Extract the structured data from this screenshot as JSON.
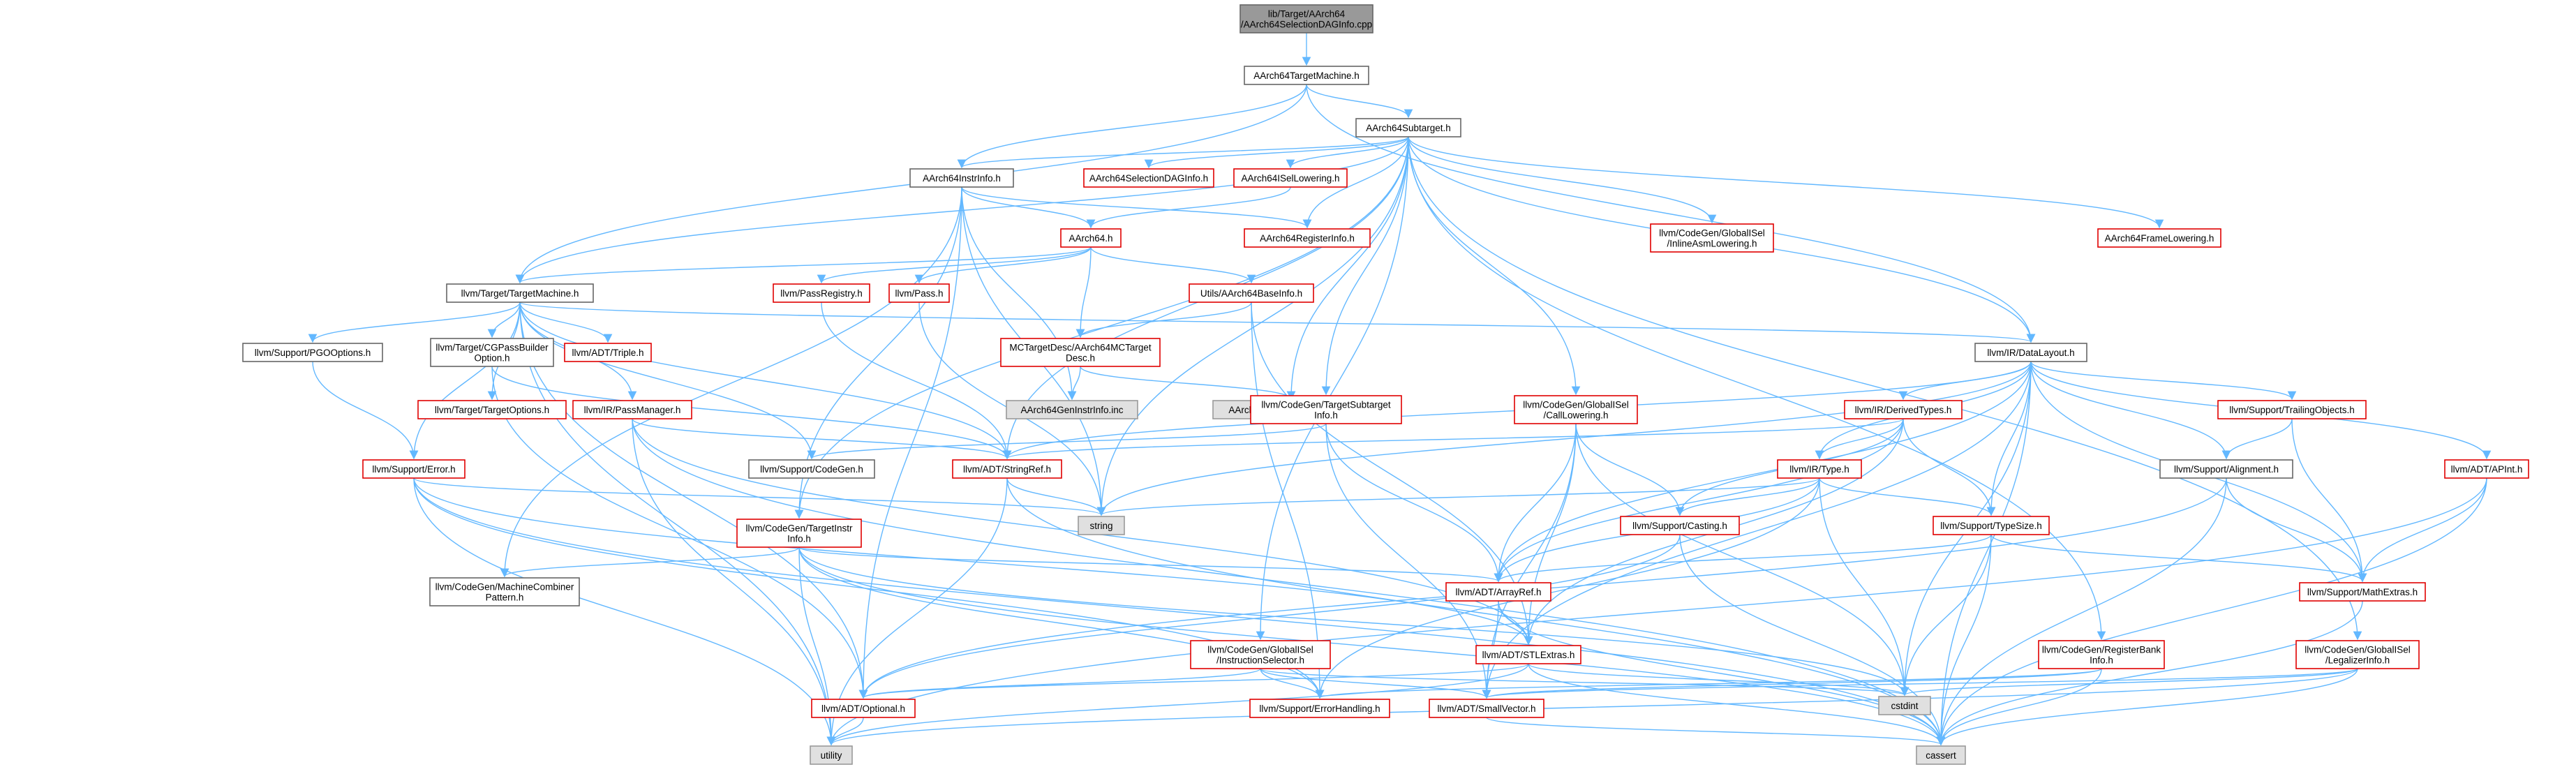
{
  "diagram": {
    "nodes": [
      {
        "id": "root",
        "lines": [
          "lib/Target/AArch64",
          "/AArch64SelectionDAGInfo.cpp"
        ],
        "style": "root"
      },
      {
        "id": "tm64",
        "lines": [
          "AArch64TargetMachine.h"
        ],
        "style": "plain"
      },
      {
        "id": "sub",
        "lines": [
          "AArch64Subtarget.h"
        ],
        "style": "plain"
      },
      {
        "id": "instr",
        "lines": [
          "AArch64InstrInfo.h"
        ],
        "style": "plain"
      },
      {
        "id": "seldag",
        "lines": [
          "AArch64SelectionDAGInfo.h"
        ],
        "style": "red"
      },
      {
        "id": "isel",
        "lines": [
          "AArch64ISelLowering.h"
        ],
        "style": "red"
      },
      {
        "id": "reginfo",
        "lines": [
          "AArch64RegisterInfo.h"
        ],
        "style": "red"
      },
      {
        "id": "inlineasm",
        "lines": [
          "llvm/CodeGen/GlobalISel",
          "/InlineAsmLowering.h"
        ],
        "style": "red"
      },
      {
        "id": "frame",
        "lines": [
          "AArch64FrameLowering.h"
        ],
        "style": "red"
      },
      {
        "id": "a64",
        "lines": [
          "AArch64.h"
        ],
        "style": "red"
      },
      {
        "id": "ttm",
        "lines": [
          "llvm/Target/TargetMachine.h"
        ],
        "style": "plain"
      },
      {
        "id": "passreg",
        "lines": [
          "llvm/PassRegistry.h"
        ],
        "style": "red"
      },
      {
        "id": "pass",
        "lines": [
          "llvm/Pass.h"
        ],
        "style": "red"
      },
      {
        "id": "utils",
        "lines": [
          "Utils/AArch64BaseInfo.h"
        ],
        "style": "red"
      },
      {
        "id": "mctd",
        "lines": [
          "MCTargetDesc/AArch64MCTarget",
          "Desc.h"
        ],
        "style": "red"
      },
      {
        "id": "geninstr",
        "lines": [
          "AArch64GenInstrInfo.inc"
        ],
        "style": "gray"
      },
      {
        "id": "gensub",
        "lines": [
          "AArch64GenSubtargetInfo.inc"
        ],
        "style": "gray"
      },
      {
        "id": "pgo",
        "lines": [
          "llvm/Support/PGOOptions.h"
        ],
        "style": "plain"
      },
      {
        "id": "cgpass",
        "lines": [
          "llvm/Target/CGPassBuilder",
          "Option.h"
        ],
        "style": "plain"
      },
      {
        "id": "triple",
        "lines": [
          "llvm/ADT/Triple.h"
        ],
        "style": "red"
      },
      {
        "id": "topts",
        "lines": [
          "llvm/Target/TargetOptions.h"
        ],
        "style": "red"
      },
      {
        "id": "passmgr",
        "lines": [
          "llvm/IR/PassManager.h"
        ],
        "style": "red"
      },
      {
        "id": "tsub",
        "lines": [
          "llvm/CodeGen/TargetSubtarget",
          "Info.h"
        ],
        "style": "red"
      },
      {
        "id": "calllow",
        "lines": [
          "llvm/CodeGen/GlobalISel",
          "/CallLowering.h"
        ],
        "style": "red"
      },
      {
        "id": "dl",
        "lines": [
          "llvm/IR/DataLayout.h"
        ],
        "style": "plain"
      },
      {
        "id": "dtypes",
        "lines": [
          "llvm/IR/DerivedTypes.h"
        ],
        "style": "red"
      },
      {
        "id": "trail",
        "lines": [
          "llvm/Support/TrailingObjects.h"
        ],
        "style": "red"
      },
      {
        "id": "align",
        "lines": [
          "llvm/Support/Alignment.h"
        ],
        "style": "plain"
      },
      {
        "id": "serr",
        "lines": [
          "llvm/Support/Error.h"
        ],
        "style": "red"
      },
      {
        "id": "codegen",
        "lines": [
          "llvm/Support/CodeGen.h"
        ],
        "style": "plain"
      },
      {
        "id": "strref",
        "lines": [
          "llvm/ADT/StringRef.h"
        ],
        "style": "red"
      },
      {
        "id": "irtype",
        "lines": [
          "llvm/IR/Type.h"
        ],
        "style": "red"
      },
      {
        "id": "string",
        "lines": [
          "string"
        ],
        "style": "gray"
      },
      {
        "id": "casting",
        "lines": [
          "llvm/Support/Casting.h"
        ],
        "style": "red"
      },
      {
        "id": "typesize",
        "lines": [
          "llvm/Support/TypeSize.h"
        ],
        "style": "red"
      },
      {
        "id": "apint",
        "lines": [
          "llvm/ADT/APInt.h"
        ],
        "style": "red"
      },
      {
        "id": "tinstr",
        "lines": [
          "llvm/CodeGen/TargetInstr",
          "Info.h"
        ],
        "style": "red"
      },
      {
        "id": "mcomb",
        "lines": [
          "llvm/CodeGen/MachineCombiner",
          "Pattern.h"
        ],
        "style": "plain"
      },
      {
        "id": "arrayref",
        "lines": [
          "llvm/ADT/ArrayRef.h"
        ],
        "style": "red"
      },
      {
        "id": "mathext",
        "lines": [
          "llvm/Support/MathExtras.h"
        ],
        "style": "red"
      },
      {
        "id": "regbank",
        "lines": [
          "llvm/CodeGen/RegisterBank",
          "Info.h"
        ],
        "style": "red"
      },
      {
        "id": "legal",
        "lines": [
          "llvm/CodeGen/GlobalISel",
          "/LegalizerInfo.h"
        ],
        "style": "red"
      },
      {
        "id": "isels",
        "lines": [
          "llvm/CodeGen/GlobalISel",
          "/InstructionSelector.h"
        ],
        "style": "red"
      },
      {
        "id": "stlext",
        "lines": [
          "llvm/ADT/STLExtras.h"
        ],
        "style": "red"
      },
      {
        "id": "cstdint",
        "lines": [
          "cstdint"
        ],
        "style": "gray"
      },
      {
        "id": "optional",
        "lines": [
          "llvm/ADT/Optional.h"
        ],
        "style": "red"
      },
      {
        "id": "errh",
        "lines": [
          "llvm/Support/ErrorHandling.h"
        ],
        "style": "red"
      },
      {
        "id": "smallvec",
        "lines": [
          "llvm/ADT/SmallVector.h"
        ],
        "style": "red"
      },
      {
        "id": "utility",
        "lines": [
          "utility"
        ],
        "style": "gray"
      },
      {
        "id": "cassert",
        "lines": [
          "cassert"
        ],
        "style": "gray"
      }
    ],
    "edges": [
      [
        "root",
        "tm64"
      ],
      [
        "tm64",
        "sub"
      ],
      [
        "tm64",
        "instr"
      ],
      [
        "tm64",
        "ttm"
      ],
      [
        "tm64",
        "dl"
      ],
      [
        "sub",
        "instr"
      ],
      [
        "sub",
        "seldag"
      ],
      [
        "sub",
        "isel"
      ],
      [
        "sub",
        "reginfo"
      ],
      [
        "sub",
        "inlineasm"
      ],
      [
        "sub",
        "frame"
      ],
      [
        "sub",
        "gensub"
      ],
      [
        "sub",
        "tsub"
      ],
      [
        "sub",
        "calllow"
      ],
      [
        "sub",
        "dl"
      ],
      [
        "sub",
        "legal"
      ],
      [
        "sub",
        "regbank"
      ],
      [
        "sub",
        "tinstr"
      ],
      [
        "sub",
        "isels"
      ],
      [
        "sub",
        "strref"
      ],
      [
        "sub",
        "ttm"
      ],
      [
        "sub",
        "string"
      ],
      [
        "instr",
        "a64"
      ],
      [
        "instr",
        "reginfo"
      ],
      [
        "instr",
        "geninstr"
      ],
      [
        "instr",
        "tinstr"
      ],
      [
        "instr",
        "mcomb"
      ],
      [
        "instr",
        "optional"
      ],
      [
        "instr",
        "string"
      ],
      [
        "isel",
        "a64"
      ],
      [
        "a64",
        "ttm"
      ],
      [
        "a64",
        "passreg"
      ],
      [
        "a64",
        "pass"
      ],
      [
        "a64",
        "utils"
      ],
      [
        "a64",
        "mctd"
      ],
      [
        "ttm",
        "pgo"
      ],
      [
        "ttm",
        "cgpass"
      ],
      [
        "ttm",
        "triple"
      ],
      [
        "ttm",
        "topts"
      ],
      [
        "ttm",
        "passmgr"
      ],
      [
        "ttm",
        "codegen"
      ],
      [
        "ttm",
        "strref"
      ],
      [
        "ttm",
        "serr"
      ],
      [
        "ttm",
        "optional"
      ],
      [
        "ttm",
        "dl"
      ],
      [
        "ttm",
        "utility"
      ],
      [
        "passreg",
        "strref"
      ],
      [
        "pass",
        "string"
      ],
      [
        "utils",
        "mctd"
      ],
      [
        "utils",
        "stlext"
      ],
      [
        "utils",
        "errh"
      ],
      [
        "mctd",
        "geninstr"
      ],
      [
        "mctd",
        "gensub"
      ],
      [
        "cgpass",
        "optional"
      ],
      [
        "cgpass",
        "strref"
      ],
      [
        "pgo",
        "serr"
      ],
      [
        "passmgr",
        "strref"
      ],
      [
        "passmgr",
        "stlext"
      ],
      [
        "passmgr",
        "cassert"
      ],
      [
        "passmgr",
        "utility"
      ],
      [
        "tsub",
        "arrayref"
      ],
      [
        "tsub",
        "smallvec"
      ],
      [
        "tsub",
        "codegen"
      ],
      [
        "calllow",
        "arrayref"
      ],
      [
        "calllow",
        "smallvec"
      ],
      [
        "calllow",
        "casting"
      ],
      [
        "calllow",
        "stlext"
      ],
      [
        "calllow",
        "cstdint"
      ],
      [
        "dl",
        "dtypes"
      ],
      [
        "dl",
        "trail"
      ],
      [
        "dl",
        "align"
      ],
      [
        "dl",
        "typesize"
      ],
      [
        "dl",
        "apint"
      ],
      [
        "dl",
        "strref"
      ],
      [
        "dl",
        "irtype"
      ],
      [
        "dl",
        "arrayref"
      ],
      [
        "dl",
        "smallvec"
      ],
      [
        "dl",
        "mathext"
      ],
      [
        "dl",
        "cassert"
      ],
      [
        "dl",
        "cstdint"
      ],
      [
        "dl",
        "string"
      ],
      [
        "dtypes",
        "irtype"
      ],
      [
        "dtypes",
        "strref"
      ],
      [
        "dtypes",
        "typesize"
      ],
      [
        "dtypes",
        "arrayref"
      ],
      [
        "dtypes",
        "stlext"
      ],
      [
        "dtypes",
        "casting"
      ],
      [
        "trail",
        "align"
      ],
      [
        "trail",
        "mathext"
      ],
      [
        "align",
        "mathext"
      ],
      [
        "align",
        "cassert"
      ],
      [
        "align",
        "optional"
      ],
      [
        "irtype",
        "casting"
      ],
      [
        "irtype",
        "typesize"
      ],
      [
        "irtype",
        "arrayref"
      ],
      [
        "irtype",
        "errh"
      ],
      [
        "irtype",
        "cstdint"
      ],
      [
        "irtype",
        "string"
      ],
      [
        "casting",
        "cassert"
      ],
      [
        "casting",
        "optional"
      ],
      [
        "typesize",
        "arrayref"
      ],
      [
        "typesize",
        "mathext"
      ],
      [
        "typesize",
        "cstdint"
      ],
      [
        "typesize",
        "cassert"
      ],
      [
        "apint",
        "mathext"
      ],
      [
        "apint",
        "cassert"
      ],
      [
        "apint",
        "utility"
      ],
      [
        "serr",
        "errh"
      ],
      [
        "serr",
        "string"
      ],
      [
        "serr",
        "utility"
      ],
      [
        "serr",
        "cassert"
      ],
      [
        "serr",
        "stlext"
      ],
      [
        "strref",
        "utility"
      ],
      [
        "strref",
        "cassert"
      ],
      [
        "strref",
        "string"
      ],
      [
        "tinstr",
        "arrayref"
      ],
      [
        "tinstr",
        "mcomb"
      ],
      [
        "tinstr",
        "utility"
      ],
      [
        "tinstr",
        "cassert"
      ],
      [
        "tinstr",
        "errh"
      ],
      [
        "tinstr",
        "cstdint"
      ],
      [
        "arrayref",
        "stlext"
      ],
      [
        "arrayref",
        "smallvec"
      ],
      [
        "arrayref",
        "cassert"
      ],
      [
        "mathext",
        "cassert"
      ],
      [
        "regbank",
        "errh"
      ],
      [
        "regbank",
        "smallvec"
      ],
      [
        "regbank",
        "cassert"
      ],
      [
        "legal",
        "smallvec"
      ],
      [
        "legal",
        "utility"
      ],
      [
        "legal",
        "cassert"
      ],
      [
        "legal",
        "cstdint"
      ],
      [
        "isels",
        "optional"
      ],
      [
        "isels",
        "smallvec"
      ],
      [
        "isels",
        "errh"
      ],
      [
        "isels",
        "cstdint"
      ],
      [
        "stlext",
        "optional"
      ],
      [
        "stlext",
        "cstdint"
      ],
      [
        "stlext",
        "cassert"
      ],
      [
        "stlext",
        "utility"
      ],
      [
        "smallvec",
        "cassert"
      ],
      [
        "optional",
        "utility"
      ]
    ]
  }
}
